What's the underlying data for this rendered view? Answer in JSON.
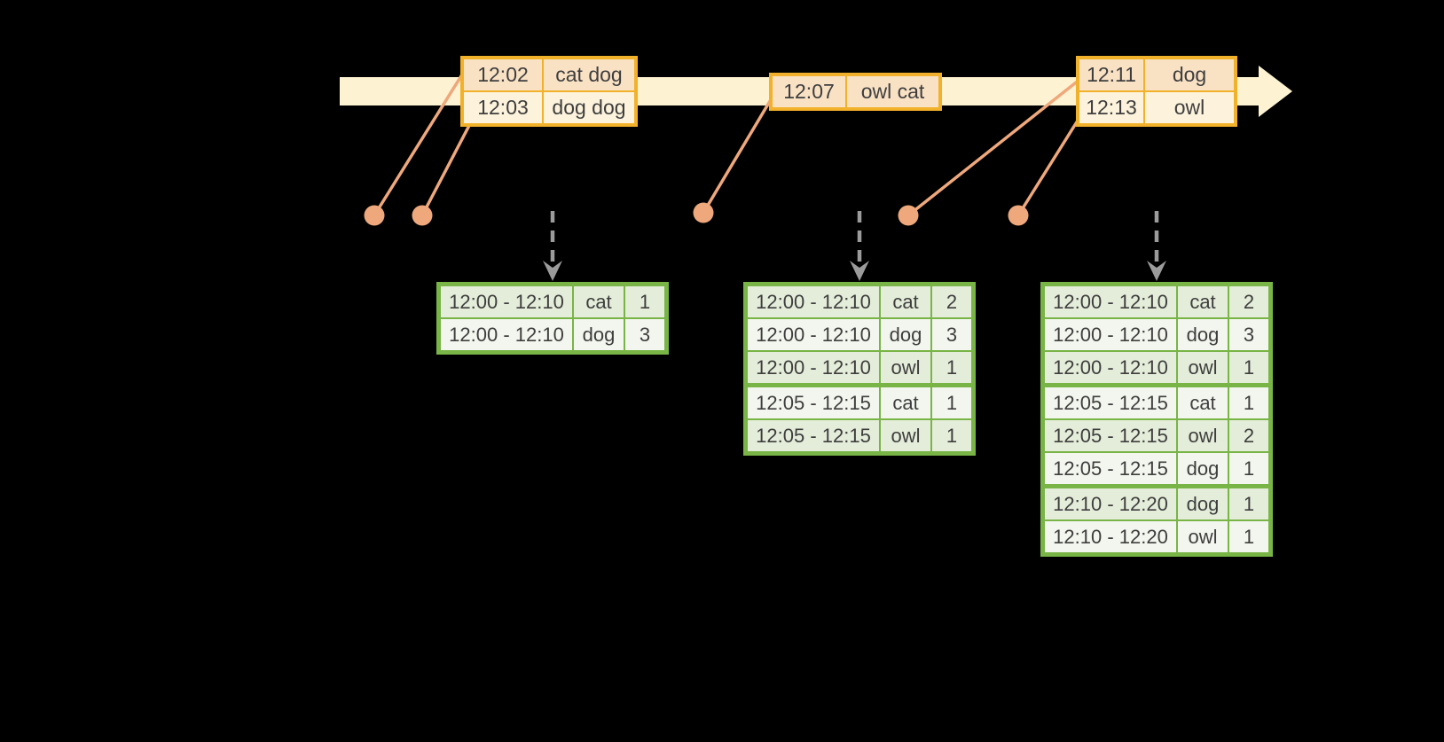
{
  "colors": {
    "background": "#000000",
    "timeline": "#fdf3d2",
    "event-border": "#f2b12b",
    "event-row-a": "#f9e1c4",
    "event-row-b": "#fdf3dc",
    "marker": "#efa87c",
    "result-border": "#78b446",
    "result-row-a": "#e4edd9",
    "result-row-b": "#f3f6ee",
    "arrow": "#9b9b9b",
    "text": "#3e3e3e"
  },
  "timeline": {
    "event_tables": [
      {
        "rows": [
          {
            "time": "12:02",
            "words": "cat dog"
          },
          {
            "time": "12:03",
            "words": "dog dog"
          }
        ]
      },
      {
        "rows": [
          {
            "time": "12:07",
            "words": "owl cat"
          }
        ]
      },
      {
        "rows": [
          {
            "time": "12:11",
            "words": "dog"
          },
          {
            "time": "12:13",
            "words": "owl"
          }
        ]
      }
    ]
  },
  "result_tables": [
    {
      "rows": [
        {
          "window": "12:00 - 12:10",
          "word": "cat",
          "count": "1"
        },
        {
          "window": "12:00 - 12:10",
          "word": "dog",
          "count": "3"
        }
      ]
    },
    {
      "rows": [
        {
          "window": "12:00 - 12:10",
          "word": "cat",
          "count": "2"
        },
        {
          "window": "12:00 - 12:10",
          "word": "dog",
          "count": "3"
        },
        {
          "window": "12:00 - 12:10",
          "word": "owl",
          "count": "1"
        },
        {
          "window": "12:05 - 12:15",
          "word": "cat",
          "count": "1"
        },
        {
          "window": "12:05 - 12:15",
          "word": "owl",
          "count": "1"
        }
      ]
    },
    {
      "rows": [
        {
          "window": "12:00 - 12:10",
          "word": "cat",
          "count": "2"
        },
        {
          "window": "12:00 - 12:10",
          "word": "dog",
          "count": "3"
        },
        {
          "window": "12:00 - 12:10",
          "word": "owl",
          "count": "1"
        },
        {
          "window": "12:05 - 12:15",
          "word": "cat",
          "count": "1"
        },
        {
          "window": "12:05 - 12:15",
          "word": "owl",
          "count": "2"
        },
        {
          "window": "12:05 - 12:15",
          "word": "dog",
          "count": "1"
        },
        {
          "window": "12:10 - 12:20",
          "word": "dog",
          "count": "1"
        },
        {
          "window": "12:10 - 12:20",
          "word": "owl",
          "count": "1"
        }
      ]
    }
  ]
}
